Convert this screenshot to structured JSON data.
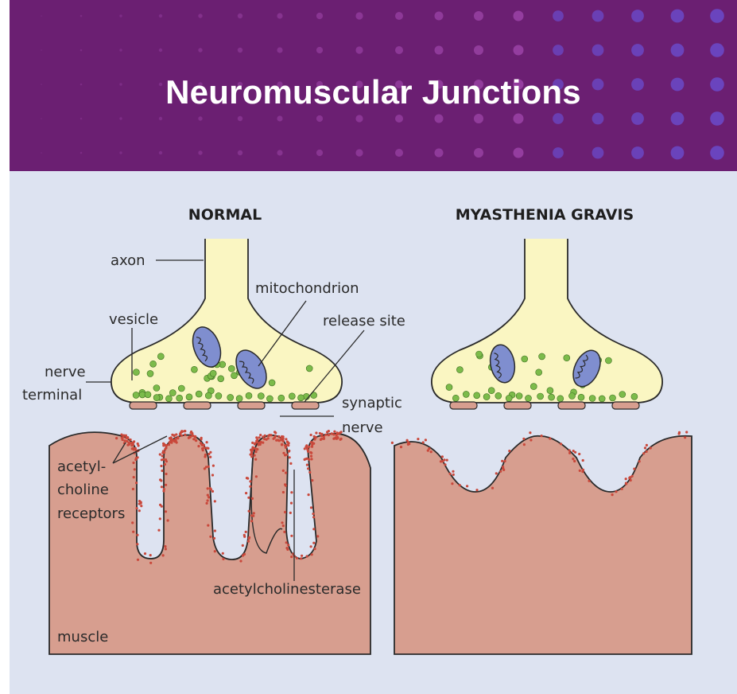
{
  "slide": {
    "title": "Neuromuscular Junctions",
    "colors": {
      "banner": "#6b1f72",
      "background": "#dde3f1",
      "nerve": "#faf6c2",
      "muscle": "#d79e8f",
      "vesicle": "#7cbb4a",
      "mitochondrion": "#7f8ecf"
    }
  },
  "diagram": {
    "panels": [
      {
        "heading": "NORMAL"
      },
      {
        "heading": "MYASTHENIA GRAVIS"
      }
    ],
    "labels": {
      "axon": "axon",
      "mitochondrion": "mitochondrion",
      "vesicle": "vesicle",
      "release_site": "release site",
      "nerve": "nerve",
      "terminal": "terminal",
      "synaptic": "synaptic",
      "nerve2": "nerve",
      "acetyl": "acetyl-",
      "choline": "choline",
      "receptors": "receptors",
      "acetylcholinesterase": "acetylcholinesterase",
      "muscle": "muscle"
    }
  }
}
